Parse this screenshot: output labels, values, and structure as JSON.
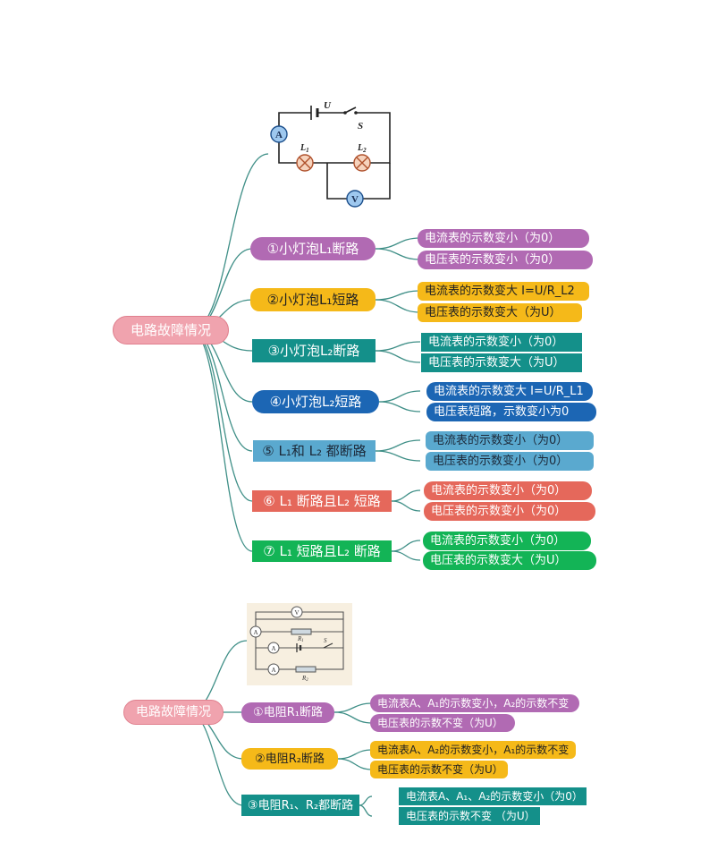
{
  "colors": {
    "line": "#3f8f87",
    "root_fill": "#f0a3ae",
    "purple": "#b16ab3",
    "orange": "#f5b919",
    "teal": "#14908a",
    "blue": "#1c66b4",
    "lightblue": "#5aa9cf",
    "red": "#e5685b",
    "green": "#13b456"
  },
  "map1": {
    "root": "电路故障情况",
    "circuit": {
      "u": "U",
      "s": "S",
      "l1": "L",
      "l1_sub": "1",
      "l2": "L",
      "l2_sub": "2",
      "ammeter": "A",
      "voltmeter": "V"
    },
    "branches": [
      {
        "label": "①小灯泡L₁断路",
        "leaves": [
          "电流表的示数变小（为0）",
          "电压表的示数变小（为0）"
        ]
      },
      {
        "label": "②小灯泡L₁短路",
        "leaves": [
          "电流表的示数变大 I=U/R_L2",
          "电压表的示数变大（为U）"
        ]
      },
      {
        "label": "③小灯泡L₂断路",
        "leaves": [
          "电流表的示数变小（为0）",
          "电压表的示数变大（为U）"
        ]
      },
      {
        "label": "④小灯泡L₂短路",
        "leaves": [
          "电流表的示数变大 I=U/R_L1",
          "电压表短路，示数变小为0"
        ]
      },
      {
        "label": "⑤ L₁和 L₂ 都断路",
        "leaves": [
          "电流表的示数变小（为0）",
          "电压表的示数变小（为0）"
        ]
      },
      {
        "label": "⑥ L₁ 断路且L₂ 短路",
        "leaves": [
          "电流表的示数变小（为0）",
          "电压表的示数变小（为0）"
        ]
      },
      {
        "label": "⑦ L₁ 短路且L₂ 断路",
        "leaves": [
          "电流表的示数变小（为0）",
          "电压表的示数变大（为U）"
        ]
      }
    ]
  },
  "map2": {
    "root": "电路故障情况",
    "circuit": {
      "v": "V",
      "a": "A",
      "r1": "R",
      "r1_sub": "1",
      "r2": "R",
      "r2_sub": "2",
      "s": "S"
    },
    "branches": [
      {
        "label": "①电阻R₁断路",
        "leaves": [
          "电流表A、A₁的示数变小，A₂的示数不变",
          "电压表的示数不变（为U）"
        ]
      },
      {
        "label": "②电阻R₂断路",
        "leaves": [
          "电流表A、A₂的示数变小，A₁的示数不变",
          "电压表的示数不变（为U）"
        ]
      },
      {
        "label": "③电阻R₁、R₂都断路",
        "leaves": [
          "电流表A、A₁、A₂的示数变小（为0）",
          "电压表的示数不变 （为U）"
        ]
      }
    ]
  }
}
